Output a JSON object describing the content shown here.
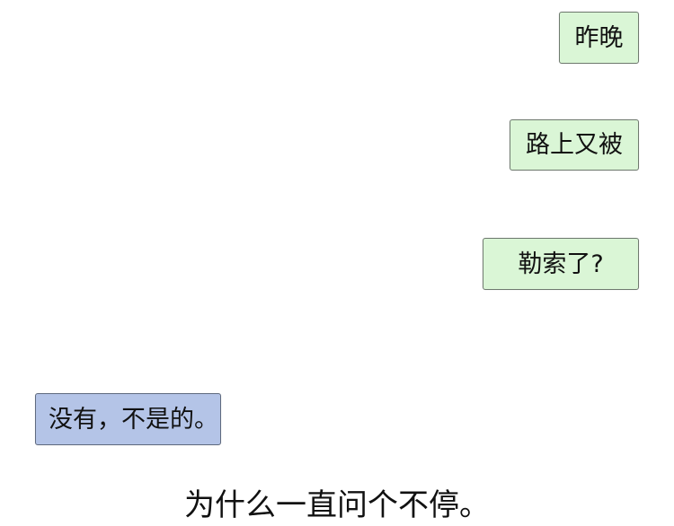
{
  "colors": {
    "green_bubble": "#daf6d6",
    "blue_bubble": "#b4c4e7",
    "text": "#111111",
    "background": "#ffffff"
  },
  "messages": [
    {
      "side": "right",
      "style": "green",
      "text": "昨晚"
    },
    {
      "side": "right",
      "style": "green",
      "text": "路上又被"
    },
    {
      "side": "right",
      "style": "green",
      "text": "勒索了?"
    },
    {
      "side": "left",
      "style": "blue",
      "text": "没有，不是的。"
    }
  ],
  "caption": {
    "text": "为什么一直问个不停。"
  }
}
